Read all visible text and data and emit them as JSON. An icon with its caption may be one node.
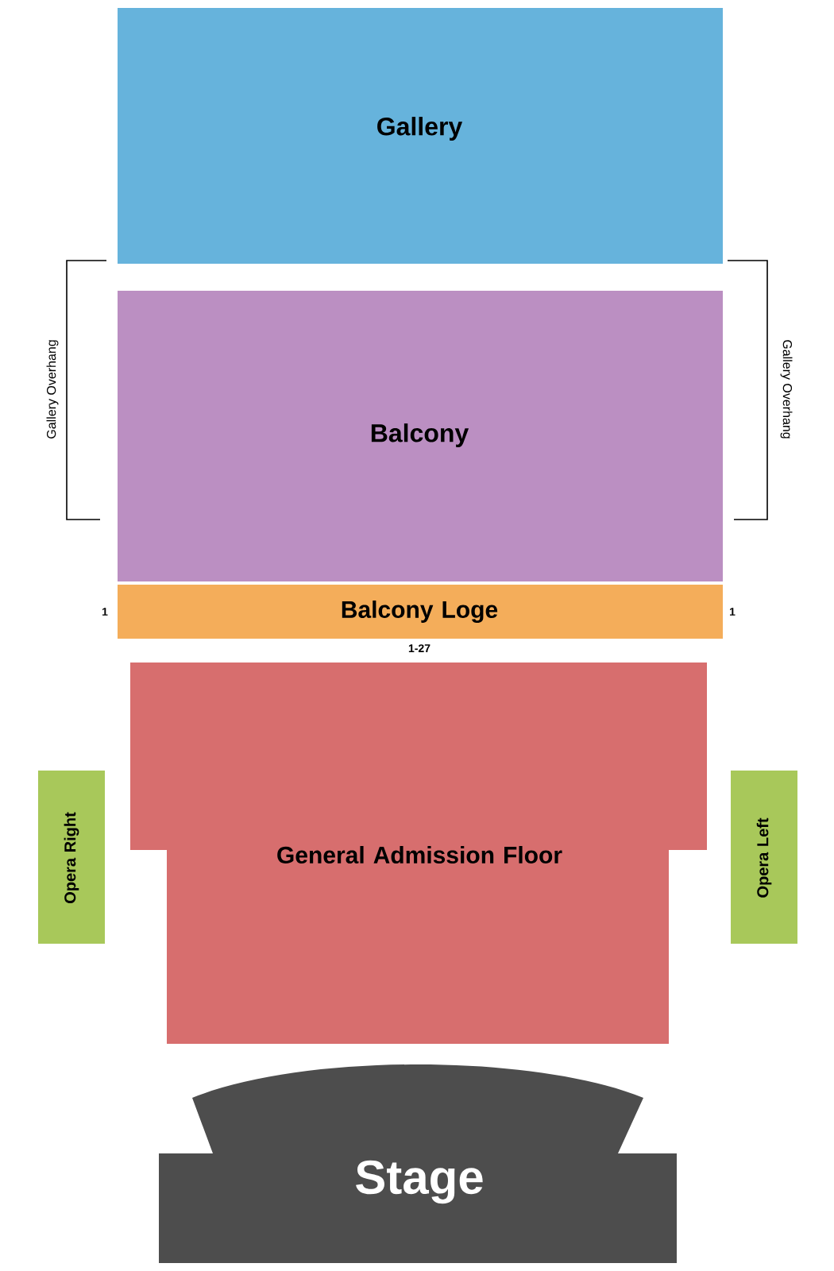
{
  "diagram": {
    "nodes": [
      {
        "text": [
          "Gallery"
        ]
      },
      {
        "text": [
          "Balcony"
        ]
      },
      {
        "text": [
          "Balcony Loge"
        ]
      },
      {
        "text": [
          "General Admission Floor"
        ]
      },
      {
        "text": [
          "Opera Right"
        ]
      },
      {
        "text": [
          "Opera Left"
        ]
      },
      {
        "text": [
          "Stage"
        ]
      }
    ],
    "labels": [
      "Gallery Overhang",
      "Gallery Overhang",
      "1",
      "1",
      "1-27"
    ]
  }
}
